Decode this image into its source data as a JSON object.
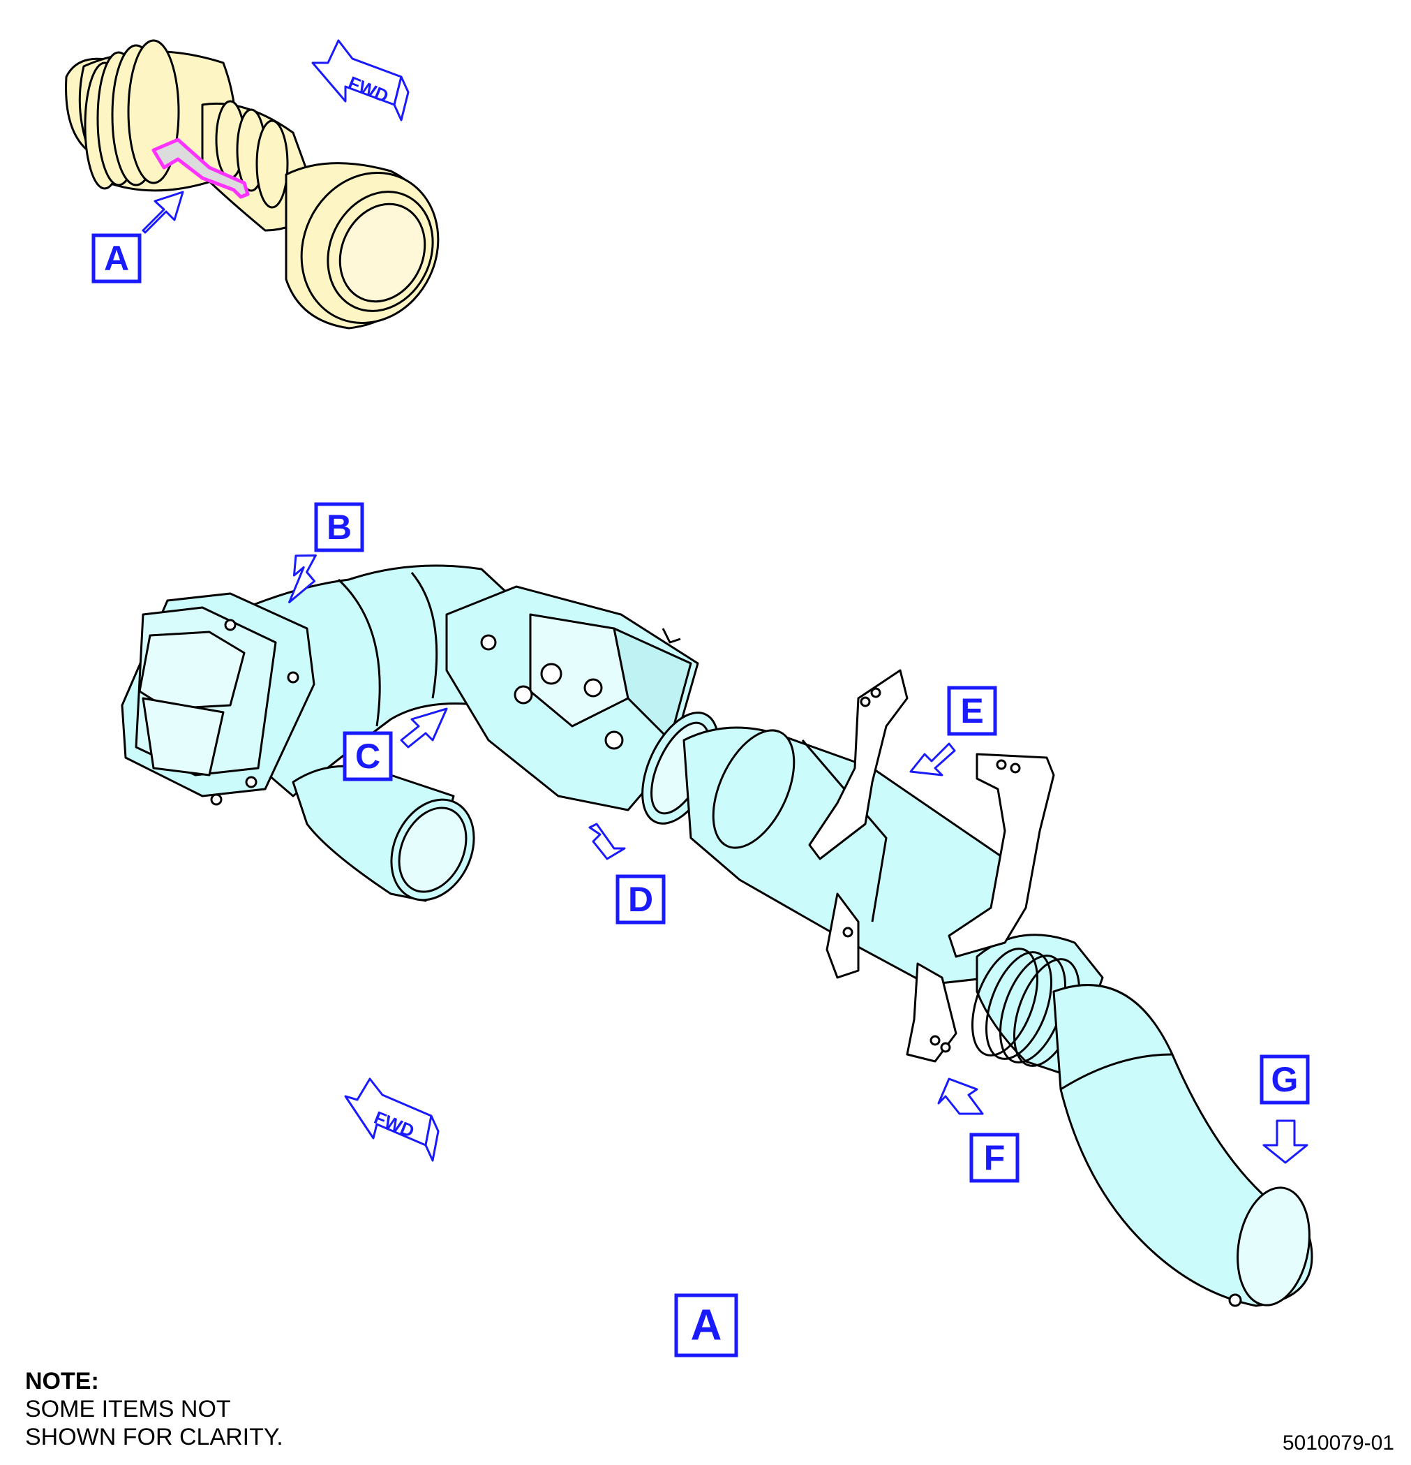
{
  "callouts": {
    "a_top": "A",
    "a_bottom": "A",
    "b": "B",
    "c": "C",
    "d": "D",
    "e": "E",
    "f": "F",
    "g": "G"
  },
  "fwd": {
    "top": "FWD",
    "bottom": "FWD"
  },
  "note": {
    "heading": "NOTE:",
    "line1": "SOME ITEMS NOT",
    "line2": "SHOWN FOR CLARITY."
  },
  "figure_id": "5010079-01",
  "colors": {
    "engine": "#fdf6c4",
    "duct": "#ccfbfb",
    "callout": "#1a1aff",
    "highlight": "#ff33ff",
    "line": "#000000"
  }
}
